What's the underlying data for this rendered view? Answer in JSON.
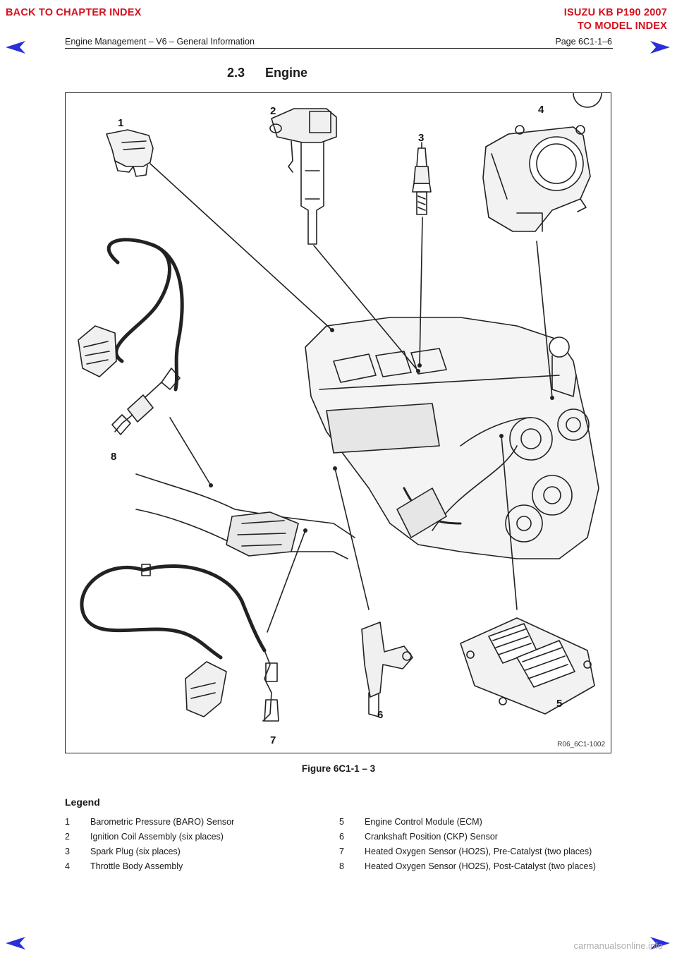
{
  "header": {
    "back_link": "BACK TO CHAPTER INDEX",
    "model_line1": "ISUZU KB P190 2007",
    "model_line2": "TO MODEL INDEX",
    "doc_title": "Engine Management – V6 – General Information",
    "page_ref": "Page 6C1-1–6"
  },
  "section": {
    "number": "2.3",
    "title": "Engine"
  },
  "figure": {
    "code": "R06_6C1-1002",
    "callouts": [
      "1",
      "2",
      "3",
      "4",
      "5",
      "6",
      "7",
      "8"
    ],
    "caption": "Figure 6C1-1 – 3"
  },
  "legend": {
    "title": "Legend",
    "items": [
      {
        "num": "1",
        "text": "Barometric Pressure (BARO) Sensor"
      },
      {
        "num": "2",
        "text": "Ignition Coil Assembly (six places)"
      },
      {
        "num": "3",
        "text": "Spark Plug (six places)"
      },
      {
        "num": "4",
        "text": "Throttle Body Assembly"
      },
      {
        "num": "5",
        "text": "Engine Control Module (ECM)"
      },
      {
        "num": "6",
        "text": "Crankshaft Position (CKP) Sensor"
      },
      {
        "num": "7",
        "text": "Heated Oxygen Sensor (HO2S), Pre-Catalyst (two places)"
      },
      {
        "num": "8",
        "text": "Heated Oxygen Sensor (HO2S), Post-Catalyst (two places)"
      }
    ]
  },
  "footer": {
    "watermark": "carmanualsonline.info"
  },
  "colors": {
    "link_red": "#d4101d",
    "nav_arrow": "#2b2fd6"
  },
  "icons": [
    "nav-prev-arrow-icon",
    "nav-next-arrow-icon"
  ]
}
